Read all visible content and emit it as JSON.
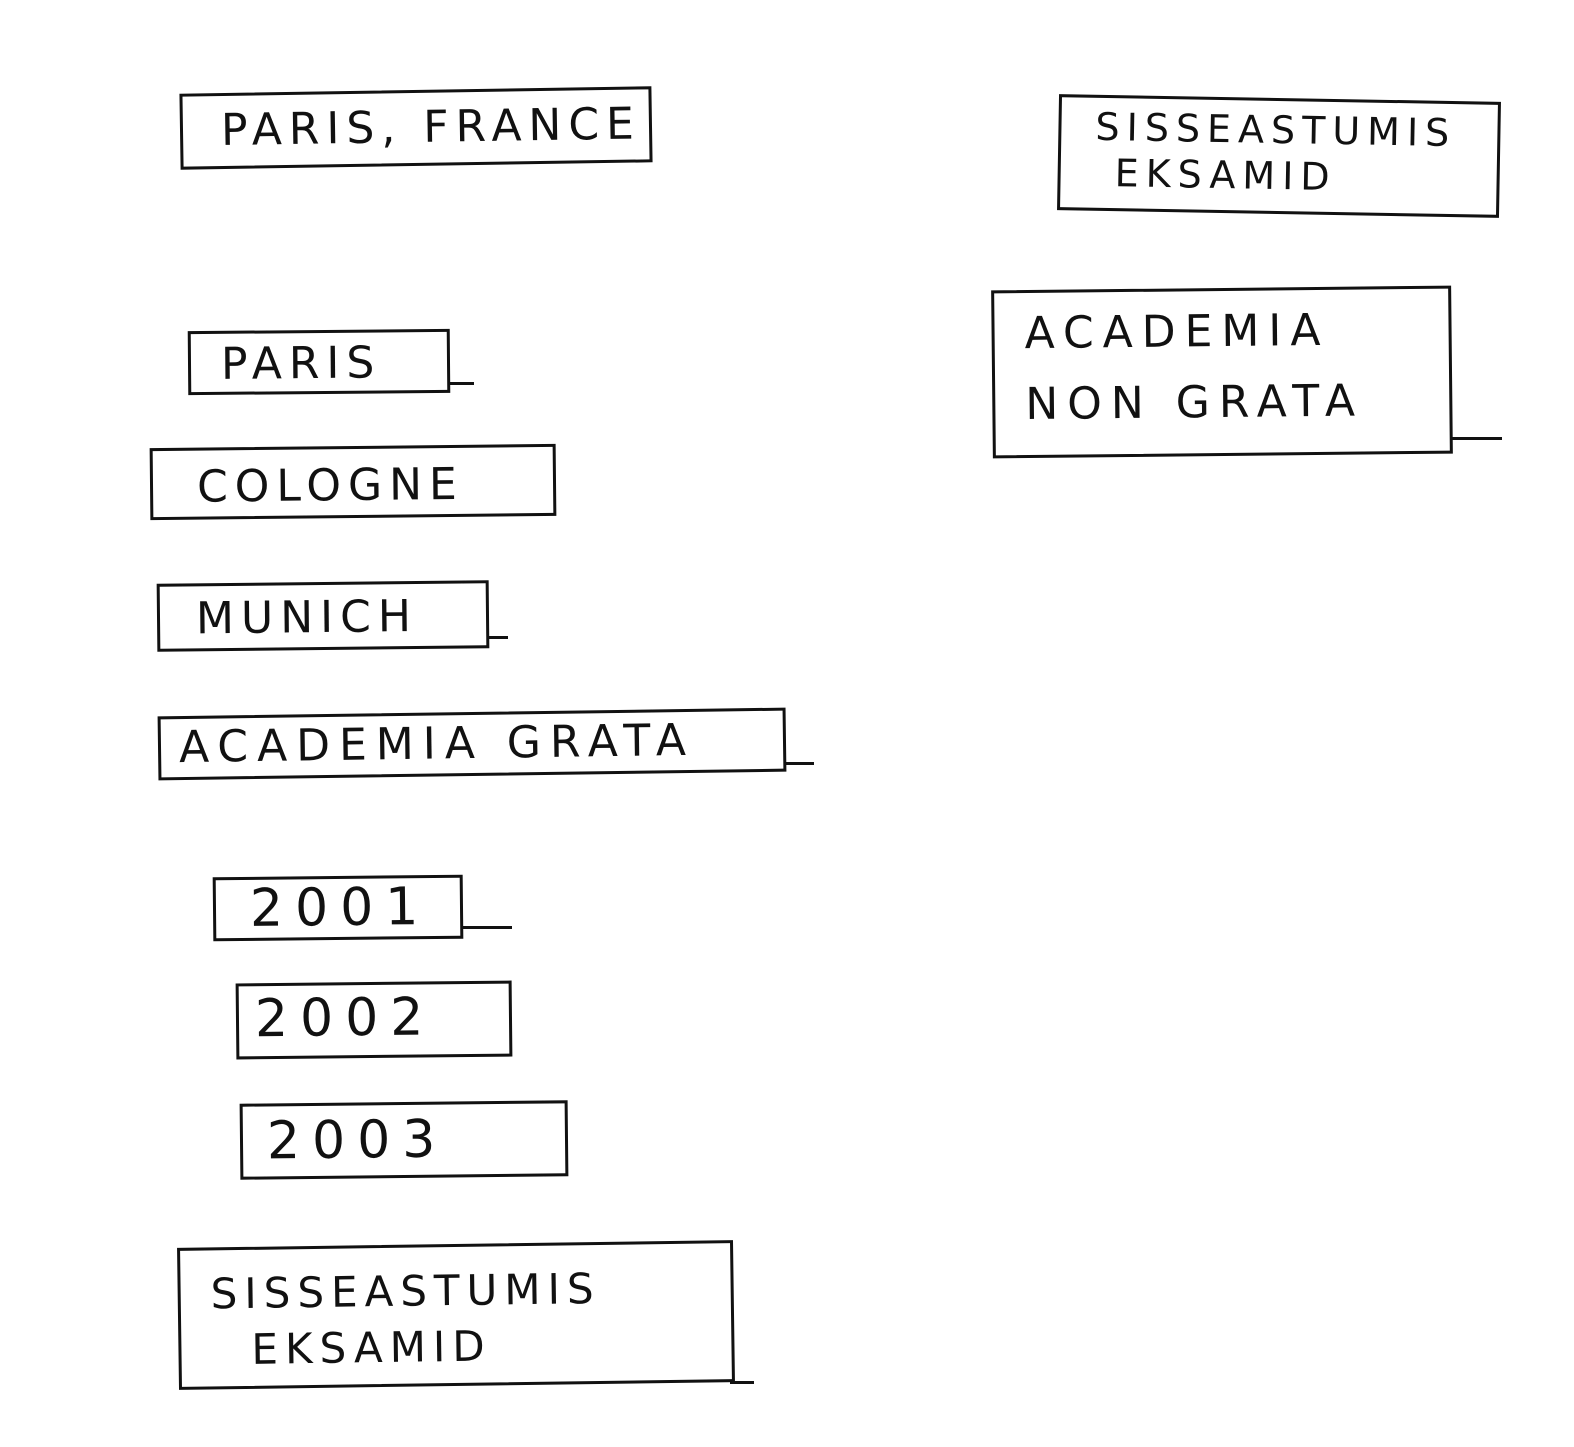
{
  "labels": {
    "paris_france": "PARIS, FRANCE",
    "paris": "PARIS",
    "cologne": "COLOGNE",
    "munich": "MUNICH",
    "academia_grata": "ACADEMIA GRATA",
    "year_2001": "2001",
    "year_2002": "2002",
    "year_2003": "2003",
    "sisseastumis_bottom": {
      "line1": "SISSEASTUMIS",
      "line2": "EKSAMID"
    },
    "sisseastumis_top": {
      "line1": "SISSEASTUMIS",
      "line2": "EKSAMID"
    },
    "academia_non_grata": {
      "line1": "ACADEMIA",
      "line2": "NON GRATA"
    }
  },
  "colors": {
    "ink": "#111111",
    "paper": "#ffffff"
  }
}
